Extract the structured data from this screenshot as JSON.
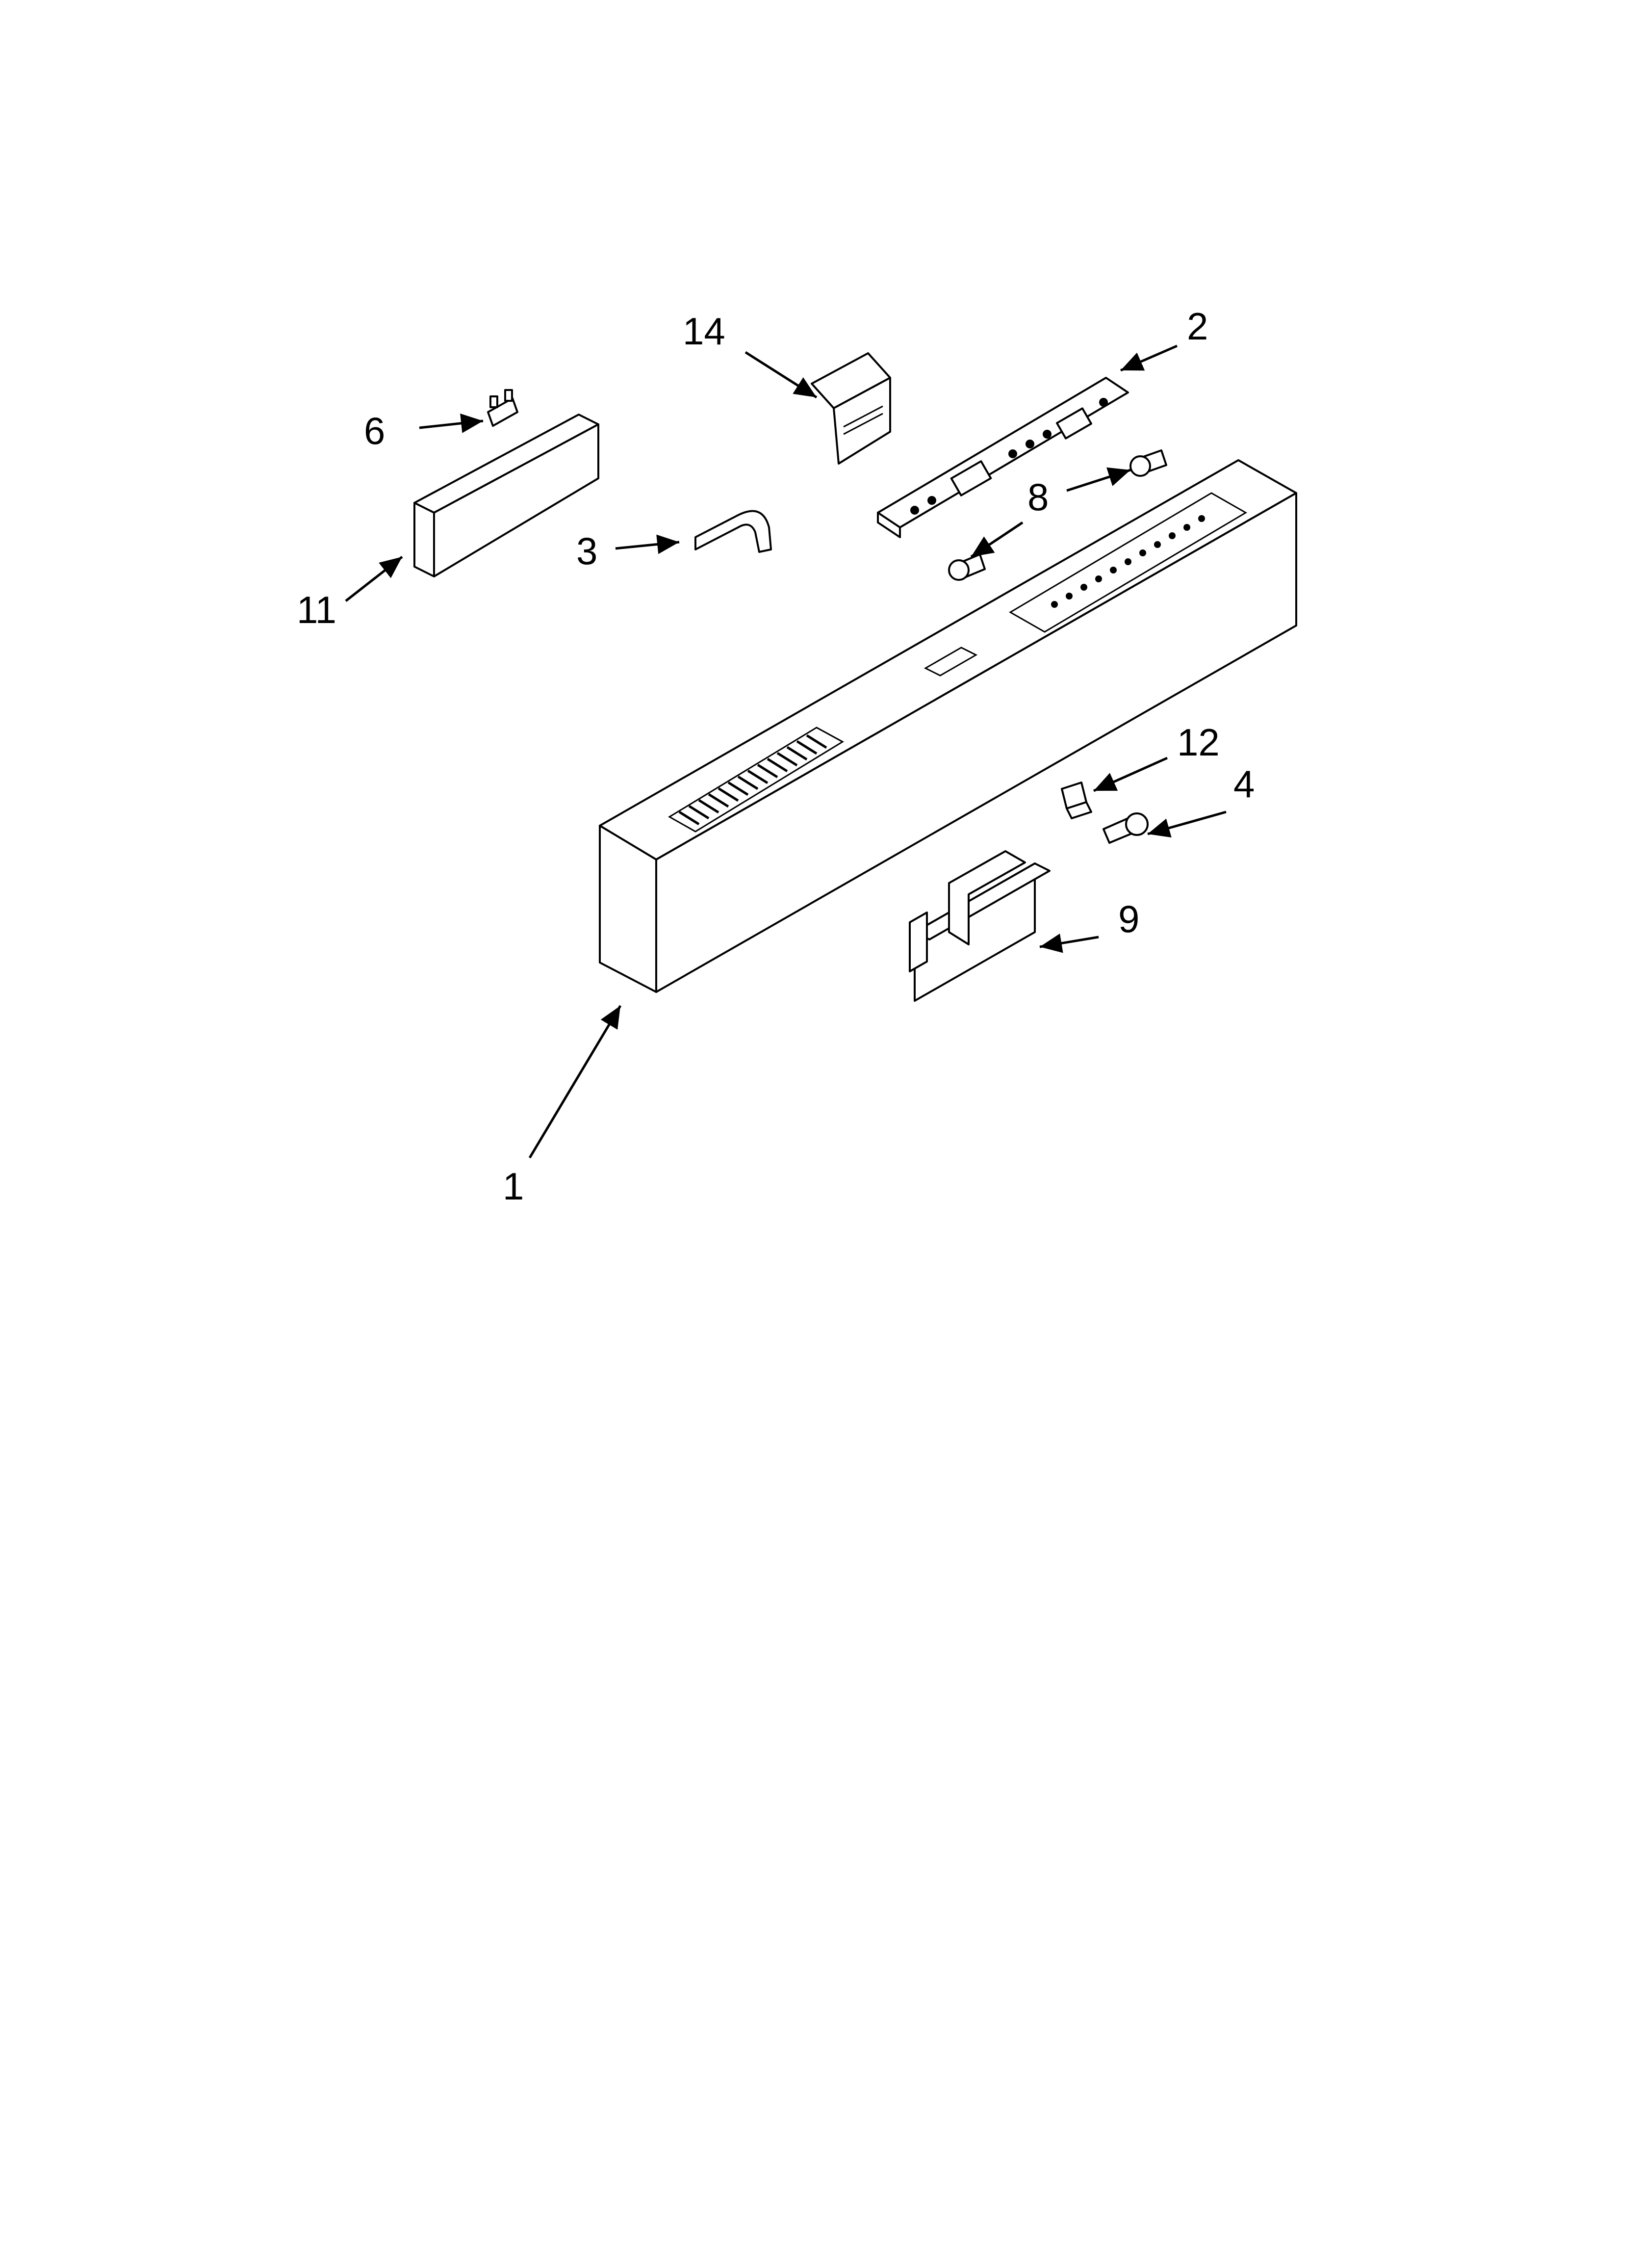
{
  "diagram": {
    "callouts": [
      {
        "id": "1",
        "text": "1"
      },
      {
        "id": "2",
        "text": "2"
      },
      {
        "id": "3",
        "text": "3"
      },
      {
        "id": "4",
        "text": "4"
      },
      {
        "id": "6",
        "text": "6"
      },
      {
        "id": "8",
        "text": "8"
      },
      {
        "id": "9",
        "text": "9"
      },
      {
        "id": "11",
        "text": "11"
      },
      {
        "id": "12",
        "text": "12"
      },
      {
        "id": "14",
        "text": "14"
      }
    ]
  }
}
